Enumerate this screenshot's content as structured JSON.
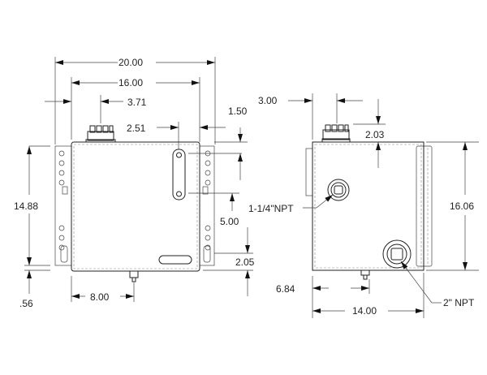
{
  "left_view": {
    "dims": {
      "overall_width": "20.00",
      "body_width": "16.00",
      "cap_offset": "3.71",
      "slot_offset": "2.51",
      "bracket_width": "1.50",
      "height": "14.88",
      "slot_length": "5.00",
      "bottom_offset": "2.05",
      "bracket_bottom": ".56",
      "drain_offset": "8.00"
    }
  },
  "right_view": {
    "dims": {
      "cap_offset": "3.00",
      "cap_height": "2.03",
      "height": "16.06",
      "drain_offset": "6.84",
      "depth": "14.00"
    },
    "callouts": {
      "upper_port": "1-1/4\"NPT",
      "lower_port": "2\" NPT"
    }
  }
}
